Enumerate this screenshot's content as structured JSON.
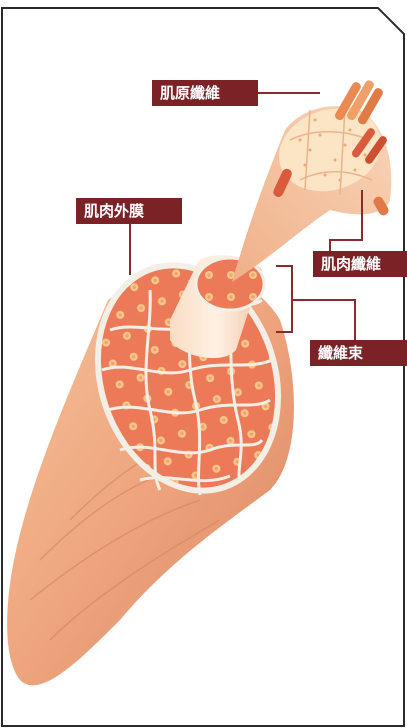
{
  "labels": {
    "myofibril": "肌原纖維",
    "epimysium": "肌肉外膜",
    "muscle_fiber": "肌肉纖維",
    "fascicle": "纖維束"
  },
  "colors": {
    "label_bg": "#7a2226",
    "leader_line": "#8b2a2e",
    "frame": "#2a2a2a",
    "muscle_skin": "#f2b48a",
    "muscle_shadow": "#e2946a",
    "fascicle_fill": "#ec7a58",
    "fascicle_dot": "#f9c78a",
    "fascicle_border": "#f4efe6"
  }
}
